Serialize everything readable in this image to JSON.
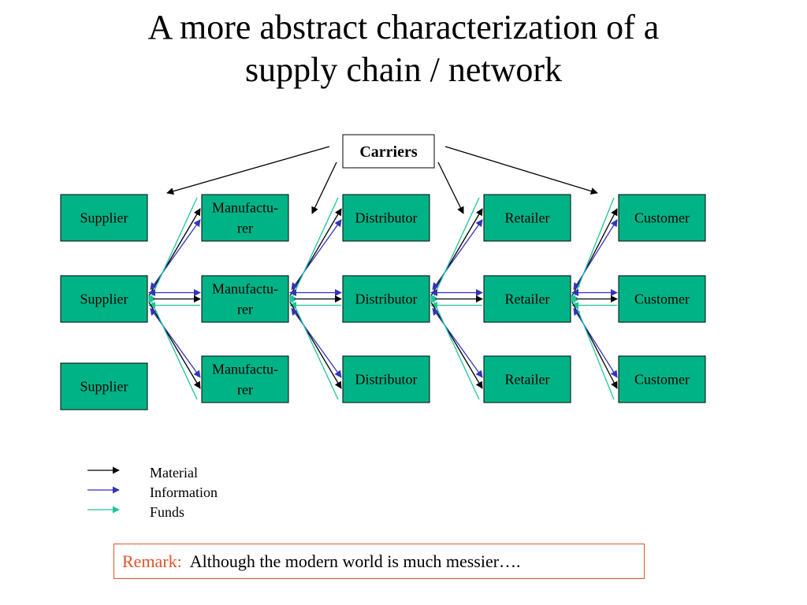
{
  "title": {
    "line1": "A more abstract characterization of a",
    "line2": "supply chain / network"
  },
  "carriers": "Carriers",
  "columns": [
    [
      "Supplier",
      "Supplier",
      "Supplier"
    ],
    [
      "Manufactu-\nrer",
      "Manufactu-\nrer",
      "Manufactu-\nrer"
    ],
    [
      "Distributor",
      "Distributor",
      "Distributor"
    ],
    [
      "Retailer",
      "Retailer",
      "Retailer"
    ],
    [
      "Customer",
      "Customer",
      "Customer"
    ]
  ],
  "legend": [
    {
      "label": "Material",
      "color": "#000000"
    },
    {
      "label": "Information",
      "color": "#3333bb"
    },
    {
      "label": "Funds",
      "color": "#1dc59a"
    }
  ],
  "remark": {
    "label": "Remark:",
    "text": "Although the modern world is much messier…."
  },
  "colors": {
    "box_fill": "#00b386",
    "material": "#000000",
    "information": "#3333bb",
    "funds": "#1dc59a",
    "remark_accent": "#e0532a"
  }
}
